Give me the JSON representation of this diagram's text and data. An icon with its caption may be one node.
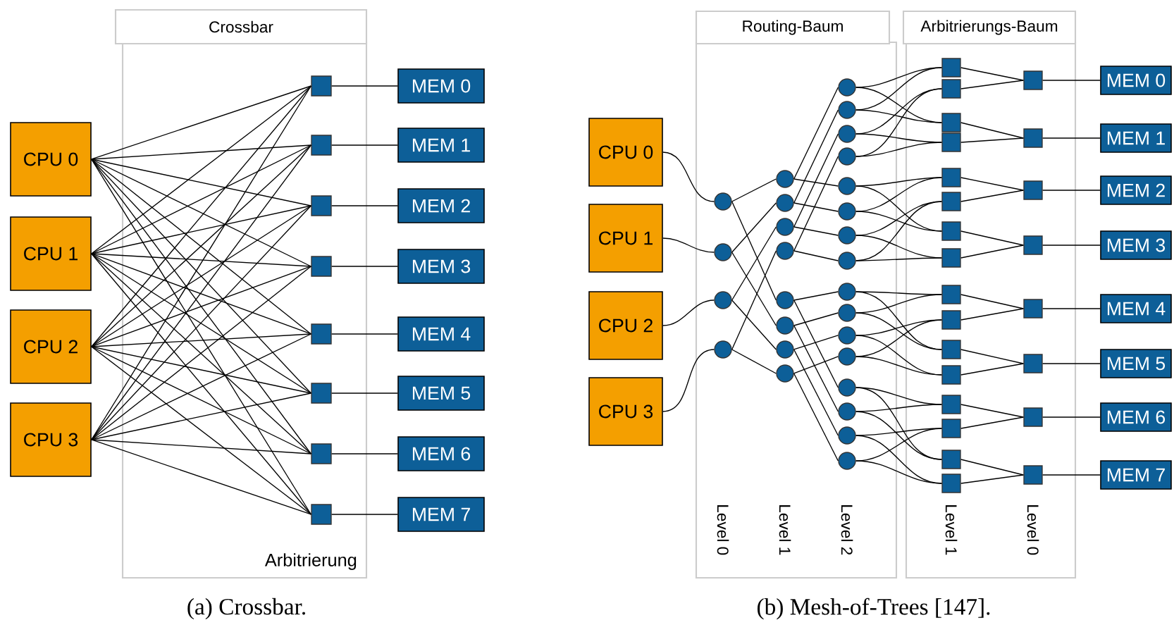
{
  "diagram": {
    "nodes": [
      {
        "text": [
          "Crossbar",
          "Arbitrierung"
        ]
      },
      {
        "text": [
          "CPU 0"
        ]
      },
      {
        "text": [
          "CPU 1"
        ]
      },
      {
        "text": [
          "CPU 2"
        ]
      },
      {
        "text": [
          "CPU 3"
        ]
      },
      {
        "text": [],
        "shape": "box",
        "in": 0
      },
      {
        "text": [],
        "shape": "box",
        "in": 0
      },
      {
        "text": [],
        "shape": "box",
        "in": 0
      },
      {
        "text": [],
        "shape": "box",
        "in": 0
      },
      {
        "text": [],
        "shape": "box",
        "in": 0
      },
      {
        "text": [],
        "shape": "box",
        "in": 0
      },
      {
        "text": [],
        "shape": "box",
        "in": 0
      },
      {
        "text": [],
        "shape": "box",
        "in": 0
      },
      {
        "text": [
          "MEM 0"
        ]
      },
      {
        "text": [
          "MEM 1"
        ]
      },
      {
        "text": [
          "MEM 2"
        ]
      },
      {
        "text": [
          "MEM 3"
        ]
      },
      {
        "text": [
          "MEM 4"
        ]
      },
      {
        "text": [
          "MEM 5"
        ]
      },
      {
        "text": [
          "MEM 6"
        ]
      },
      {
        "text": [
          "MEM 7"
        ]
      },
      {
        "text": [
          "Routing-Baum"
        ]
      },
      {
        "text": [
          "Arbitrierungs-Baum"
        ]
      },
      {
        "text": [
          "CPU 0"
        ]
      },
      {
        "text": [
          "CPU 1"
        ]
      },
      {
        "text": [
          "CPU 2"
        ]
      },
      {
        "text": [
          "CPU 3"
        ]
      },
      {
        "text": [],
        "shape": "circle",
        "in": 21
      },
      {
        "text": [],
        "shape": "circle",
        "in": 21
      },
      {
        "text": [],
        "shape": "circle",
        "in": 21
      },
      {
        "text": [],
        "shape": "circle",
        "in": 21
      },
      {
        "text": [],
        "shape": "circle",
        "in": 21
      },
      {
        "text": [],
        "shape": "circle",
        "in": 21
      },
      {
        "text": [],
        "shape": "circle",
        "in": 21
      },
      {
        "text": [],
        "shape": "circle",
        "in": 21
      },
      {
        "text": [],
        "shape": "circle",
        "in": 21
      },
      {
        "text": [],
        "shape": "circle",
        "in": 21
      },
      {
        "text": [],
        "shape": "circle",
        "in": 21
      },
      {
        "text": [],
        "shape": "circle",
        "in": 21
      },
      {
        "text": [],
        "shape": "circle",
        "in": 21
      },
      {
        "text": [],
        "shape": "circle",
        "in": 21
      },
      {
        "text": [],
        "shape": "circle",
        "in": 21
      },
      {
        "text": [],
        "shape": "circle",
        "in": 21
      },
      {
        "text": [],
        "shape": "circle",
        "in": 21
      },
      {
        "text": [],
        "shape": "circle",
        "in": 21
      },
      {
        "text": [],
        "shape": "circle",
        "in": 21
      },
      {
        "text": [],
        "shape": "circle",
        "in": 21
      },
      {
        "text": [],
        "shape": "circle",
        "in": 21
      },
      {
        "text": [],
        "shape": "circle",
        "in": 21
      },
      {
        "text": [],
        "shape": "circle",
        "in": 21
      },
      {
        "text": [],
        "shape": "circle",
        "in": 21
      },
      {
        "text": [],
        "shape": "circle",
        "in": 21
      },
      {
        "text": [],
        "shape": "circle",
        "in": 21
      },
      {
        "text": [],
        "shape": "circle",
        "in": 21
      },
      {
        "text": [],
        "shape": "circle",
        "in": 21
      },
      {
        "text": [],
        "shape": "box",
        "in": 22
      },
      {
        "text": [],
        "shape": "box",
        "in": 22
      },
      {
        "text": [],
        "shape": "box",
        "in": 22
      },
      {
        "text": [],
        "shape": "box",
        "in": 22
      },
      {
        "text": [],
        "shape": "box",
        "in": 22
      },
      {
        "text": [],
        "shape": "box",
        "in": 22
      },
      {
        "text": [],
        "shape": "box",
        "in": 22
      },
      {
        "text": [],
        "shape": "box",
        "in": 22
      },
      {
        "text": [],
        "shape": "box",
        "in": 22
      },
      {
        "text": [],
        "shape": "box",
        "in": 22
      },
      {
        "text": [],
        "shape": "box",
        "in": 22
      },
      {
        "text": [],
        "shape": "box",
        "in": 22
      },
      {
        "text": [],
        "shape": "box",
        "in": 22
      },
      {
        "text": [],
        "shape": "box",
        "in": 22
      },
      {
        "text": [],
        "shape": "box",
        "in": 22
      },
      {
        "text": [],
        "shape": "box",
        "in": 22
      },
      {
        "text": [],
        "shape": "box",
        "in": 22
      },
      {
        "text": [],
        "shape": "box",
        "in": 22
      },
      {
        "text": [],
        "shape": "box",
        "in": 22
      },
      {
        "text": [],
        "shape": "box",
        "in": 22
      },
      {
        "text": [],
        "shape": "box",
        "in": 22
      },
      {
        "text": [],
        "shape": "box",
        "in": 22
      },
      {
        "text": [],
        "shape": "box",
        "in": 22
      },
      {
        "text": [],
        "shape": "box",
        "in": 22
      },
      {
        "text": [
          "MEM 0"
        ]
      },
      {
        "text": [
          "MEM 1"
        ]
      },
      {
        "text": [
          "MEM 2"
        ]
      },
      {
        "text": [
          "MEM 3"
        ]
      },
      {
        "text": [
          "MEM 4"
        ]
      },
      {
        "text": [
          "MEM 5"
        ]
      },
      {
        "text": [
          "MEM 6"
        ]
      },
      {
        "text": [
          "MEM 7"
        ]
      }
    ],
    "edges": [
      {
        "from": 1,
        "to": 5,
        "arrow": "none"
      },
      {
        "from": 1,
        "to": 6,
        "arrow": "none"
      },
      {
        "from": 1,
        "to": 7,
        "arrow": "none"
      },
      {
        "from": 1,
        "to": 8,
        "arrow": "none"
      },
      {
        "from": 1,
        "to": 9,
        "arrow": "none"
      },
      {
        "from": 1,
        "to": 10,
        "arrow": "none"
      },
      {
        "from": 1,
        "to": 11,
        "arrow": "none"
      },
      {
        "from": 1,
        "to": 12,
        "arrow": "none"
      },
      {
        "from": 2,
        "to": 5,
        "arrow": "none"
      },
      {
        "from": 2,
        "to": 6,
        "arrow": "none"
      },
      {
        "from": 2,
        "to": 7,
        "arrow": "none"
      },
      {
        "from": 2,
        "to": 8,
        "arrow": "none"
      },
      {
        "from": 2,
        "to": 9,
        "arrow": "none"
      },
      {
        "from": 2,
        "to": 10,
        "arrow": "none"
      },
      {
        "from": 2,
        "to": 11,
        "arrow": "none"
      },
      {
        "from": 2,
        "to": 12,
        "arrow": "none"
      },
      {
        "from": 3,
        "to": 5,
        "arrow": "none"
      },
      {
        "from": 3,
        "to": 6,
        "arrow": "none"
      },
      {
        "from": 3,
        "to": 7,
        "arrow": "none"
      },
      {
        "from": 3,
        "to": 8,
        "arrow": "none"
      },
      {
        "from": 3,
        "to": 9,
        "arrow": "none"
      },
      {
        "from": 3,
        "to": 10,
        "arrow": "none"
      },
      {
        "from": 3,
        "to": 11,
        "arrow": "none"
      },
      {
        "from": 3,
        "to": 12,
        "arrow": "none"
      },
      {
        "from": 4,
        "to": 5,
        "arrow": "none"
      },
      {
        "from": 4,
        "to": 6,
        "arrow": "none"
      },
      {
        "from": 4,
        "to": 7,
        "arrow": "none"
      },
      {
        "from": 4,
        "to": 8,
        "arrow": "none"
      },
      {
        "from": 4,
        "to": 9,
        "arrow": "none"
      },
      {
        "from": 4,
        "to": 10,
        "arrow": "none"
      },
      {
        "from": 4,
        "to": 11,
        "arrow": "none"
      },
      {
        "from": 4,
        "to": 12,
        "arrow": "none"
      },
      {
        "from": 5,
        "to": 13,
        "arrow": "none"
      },
      {
        "from": 6,
        "to": 14,
        "arrow": "none"
      },
      {
        "from": 7,
        "to": 15,
        "arrow": "none"
      },
      {
        "from": 8,
        "to": 16,
        "arrow": "none"
      },
      {
        "from": 9,
        "to": 17,
        "arrow": "none"
      },
      {
        "from": 10,
        "to": 18,
        "arrow": "none"
      },
      {
        "from": 11,
        "to": 19,
        "arrow": "none"
      },
      {
        "from": 12,
        "to": 20,
        "arrow": "none"
      },
      {
        "from": 23,
        "to": 27,
        "arrow": "none"
      },
      {
        "from": 24,
        "to": 28,
        "arrow": "none"
      },
      {
        "from": 25,
        "to": 29,
        "arrow": "none"
      },
      {
        "from": 26,
        "to": 30,
        "arrow": "none"
      },
      {
        "from": 27,
        "to": 31,
        "arrow": "none"
      },
      {
        "from": 27,
        "to": 35,
        "arrow": "none"
      },
      {
        "from": 28,
        "to": 32,
        "arrow": "none"
      },
      {
        "from": 28,
        "to": 36,
        "arrow": "none"
      },
      {
        "from": 29,
        "to": 33,
        "arrow": "none"
      },
      {
        "from": 29,
        "to": 37,
        "arrow": "none"
      },
      {
        "from": 30,
        "to": 34,
        "arrow": "none"
      },
      {
        "from": 30,
        "to": 38,
        "arrow": "none"
      },
      {
        "from": 31,
        "to": 39,
        "arrow": "none"
      },
      {
        "from": 31,
        "to": 43,
        "arrow": "none"
      },
      {
        "from": 32,
        "to": 40,
        "arrow": "none"
      },
      {
        "from": 32,
        "to": 44,
        "arrow": "none"
      },
      {
        "from": 33,
        "to": 41,
        "arrow": "none"
      },
      {
        "from": 33,
        "to": 45,
        "arrow": "none"
      },
      {
        "from": 34,
        "to": 42,
        "arrow": "none"
      },
      {
        "from": 34,
        "to": 46,
        "arrow": "none"
      },
      {
        "from": 35,
        "to": 47,
        "arrow": "none"
      },
      {
        "from": 35,
        "to": 51,
        "arrow": "none"
      },
      {
        "from": 36,
        "to": 48,
        "arrow": "none"
      },
      {
        "from": 36,
        "to": 52,
        "arrow": "none"
      },
      {
        "from": 37,
        "to": 49,
        "arrow": "none"
      },
      {
        "from": 37,
        "to": 53,
        "arrow": "none"
      },
      {
        "from": 38,
        "to": 50,
        "arrow": "none"
      },
      {
        "from": 38,
        "to": 54,
        "arrow": "none"
      },
      {
        "from": 39,
        "to": 55,
        "arrow": "none"
      },
      {
        "from": 39,
        "to": 57,
        "arrow": "none"
      },
      {
        "from": 40,
        "to": 55,
        "arrow": "none"
      },
      {
        "from": 40,
        "to": 57,
        "arrow": "none"
      },
      {
        "from": 41,
        "to": 56,
        "arrow": "none"
      },
      {
        "from": 41,
        "to": 58,
        "arrow": "none"
      },
      {
        "from": 42,
        "to": 56,
        "arrow": "none"
      },
      {
        "from": 42,
        "to": 58,
        "arrow": "none"
      },
      {
        "from": 43,
        "to": 59,
        "arrow": "none"
      },
      {
        "from": 43,
        "to": 61,
        "arrow": "none"
      },
      {
        "from": 44,
        "to": 59,
        "arrow": "none"
      },
      {
        "from": 44,
        "to": 61,
        "arrow": "none"
      },
      {
        "from": 45,
        "to": 60,
        "arrow": "none"
      },
      {
        "from": 45,
        "to": 62,
        "arrow": "none"
      },
      {
        "from": 46,
        "to": 60,
        "arrow": "none"
      },
      {
        "from": 46,
        "to": 62,
        "arrow": "none"
      },
      {
        "from": 47,
        "to": 63,
        "arrow": "none"
      },
      {
        "from": 47,
        "to": 65,
        "arrow": "none"
      },
      {
        "from": 48,
        "to": 63,
        "arrow": "none"
      },
      {
        "from": 48,
        "to": 65,
        "arrow": "none"
      },
      {
        "from": 49,
        "to": 64,
        "arrow": "none"
      },
      {
        "from": 49,
        "to": 66,
        "arrow": "none"
      },
      {
        "from": 50,
        "to": 64,
        "arrow": "none"
      },
      {
        "from": 50,
        "to": 66,
        "arrow": "none"
      },
      {
        "from": 51,
        "to": 67,
        "arrow": "none"
      },
      {
        "from": 51,
        "to": 69,
        "arrow": "none"
      },
      {
        "from": 52,
        "to": 67,
        "arrow": "none"
      },
      {
        "from": 52,
        "to": 69,
        "arrow": "none"
      },
      {
        "from": 53,
        "to": 68,
        "arrow": "none"
      },
      {
        "from": 53,
        "to": 70,
        "arrow": "none"
      },
      {
        "from": 54,
        "to": 68,
        "arrow": "none"
      },
      {
        "from": 54,
        "to": 70,
        "arrow": "none"
      },
      {
        "from": 55,
        "to": 71,
        "arrow": "none"
      },
      {
        "from": 56,
        "to": 71,
        "arrow": "none"
      },
      {
        "from": 57,
        "to": 72,
        "arrow": "none"
      },
      {
        "from": 58,
        "to": 72,
        "arrow": "none"
      },
      {
        "from": 59,
        "to": 73,
        "arrow": "none"
      },
      {
        "from": 60,
        "to": 73,
        "arrow": "none"
      },
      {
        "from": 61,
        "to": 74,
        "arrow": "none"
      },
      {
        "from": 62,
        "to": 74,
        "arrow": "none"
      },
      {
        "from": 63,
        "to": 75,
        "arrow": "none"
      },
      {
        "from": 64,
        "to": 75,
        "arrow": "none"
      },
      {
        "from": 65,
        "to": 76,
        "arrow": "none"
      },
      {
        "from": 66,
        "to": 76,
        "arrow": "none"
      },
      {
        "from": 67,
        "to": 77,
        "arrow": "none"
      },
      {
        "from": 68,
        "to": 77,
        "arrow": "none"
      },
      {
        "from": 69,
        "to": 78,
        "arrow": "none"
      },
      {
        "from": 70,
        "to": 78,
        "arrow": "none"
      },
      {
        "from": 71,
        "to": 79,
        "arrow": "none"
      },
      {
        "from": 72,
        "to": 80,
        "arrow": "none"
      },
      {
        "from": 73,
        "to": 81,
        "arrow": "none"
      },
      {
        "from": 74,
        "to": 82,
        "arrow": "none"
      },
      {
        "from": 75,
        "to": 83,
        "arrow": "none"
      },
      {
        "from": 76,
        "to": 84,
        "arrow": "none"
      },
      {
        "from": 77,
        "to": 85,
        "arrow": "none"
      },
      {
        "from": 78,
        "to": 86,
        "arrow": "none"
      }
    ],
    "labels": [
      "Level 0",
      "Level 1",
      "Level 2",
      "Level 1",
      "Level 0",
      "(a) Crossbar.",
      "(b) Mesh-of-Trees [147]."
    ]
  }
}
